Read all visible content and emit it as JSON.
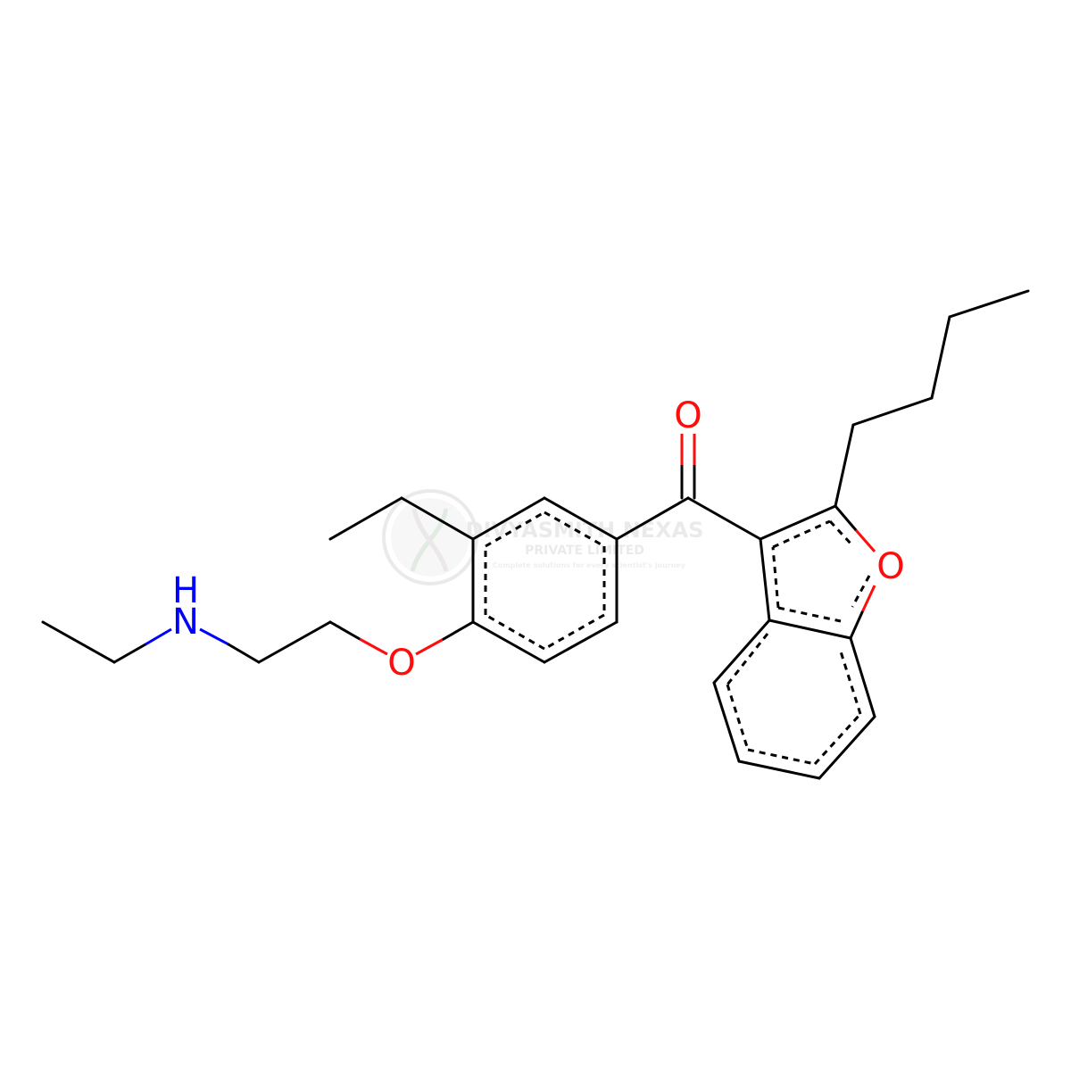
{
  "colors": {
    "background": "#ffffff",
    "bond": "#000000",
    "oxygen": "#ff0d0d",
    "nitrogen": "#0000ff",
    "watermark": "#cfd8cf"
  },
  "atoms": {
    "carbonyl_o": {
      "symbol": "O"
    },
    "furan_o": {
      "symbol": "O"
    },
    "ether_o": {
      "symbol": "O"
    },
    "amine_n": {
      "symbol": "N"
    },
    "amine_h": {
      "symbol": "H"
    }
  },
  "watermark": {
    "icon": "dna-helix-logo",
    "name": "DIVYASMITH NEXAS",
    "subtitle": "PRIVATE LIMITED",
    "tagline": "Complete solutions for every scientist's journey"
  }
}
